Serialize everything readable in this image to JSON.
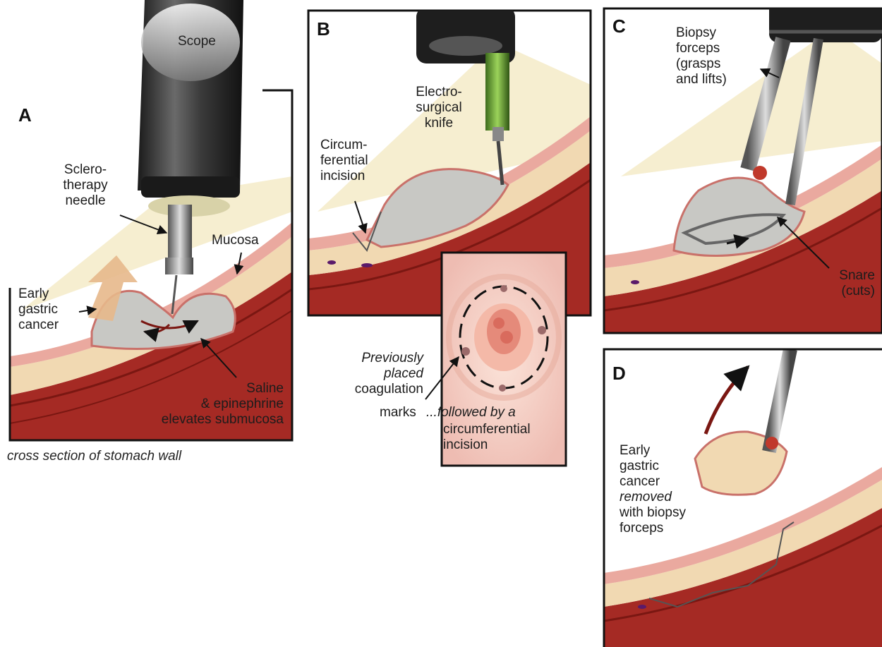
{
  "colors": {
    "muscle": "#a52a24",
    "muscle_dark": "#7a1712",
    "submucosa": "#f1d9b2",
    "mucosa": "#eaa99f",
    "mucosa_dark": "#c9716a",
    "lesion": "#c8c8c4",
    "light_cone": "#f6eed0",
    "scope": "#2e2e2e",
    "frame": "#111111"
  },
  "panels": {
    "A": {
      "letter": "A",
      "scope": "Scope",
      "needle": [
        "Sclero-",
        "therapy",
        "needle"
      ],
      "mucosa": "Mucosa",
      "cancer": [
        "Early",
        "gastric",
        "cancer"
      ],
      "saline": [
        "Saline",
        "& epinephrine",
        "elevates submucosa"
      ],
      "caption": "cross section of stomach wall"
    },
    "B": {
      "letter": "B",
      "knife": [
        "Electro-",
        "surgical",
        "knife"
      ],
      "incision": [
        "Circum-",
        "ferential",
        "incision"
      ],
      "marks_italic": [
        "Previously",
        "placed"
      ],
      "marks_plain": [
        "coagulation",
        "marks"
      ],
      "followed_italic": "...followed by a",
      "followed_plain": [
        "circumferential",
        "incision"
      ]
    },
    "C": {
      "letter": "C",
      "forceps": [
        "Biopsy",
        "forceps",
        "(grasps",
        "and lifts)"
      ],
      "snare": [
        "Snare",
        "(cuts)"
      ]
    },
    "D": {
      "letter": "D",
      "removed_top": [
        "Early",
        "gastric",
        "cancer"
      ],
      "removed_italic": "removed",
      "removed_bottom": [
        "with biopsy",
        "forceps"
      ]
    }
  }
}
